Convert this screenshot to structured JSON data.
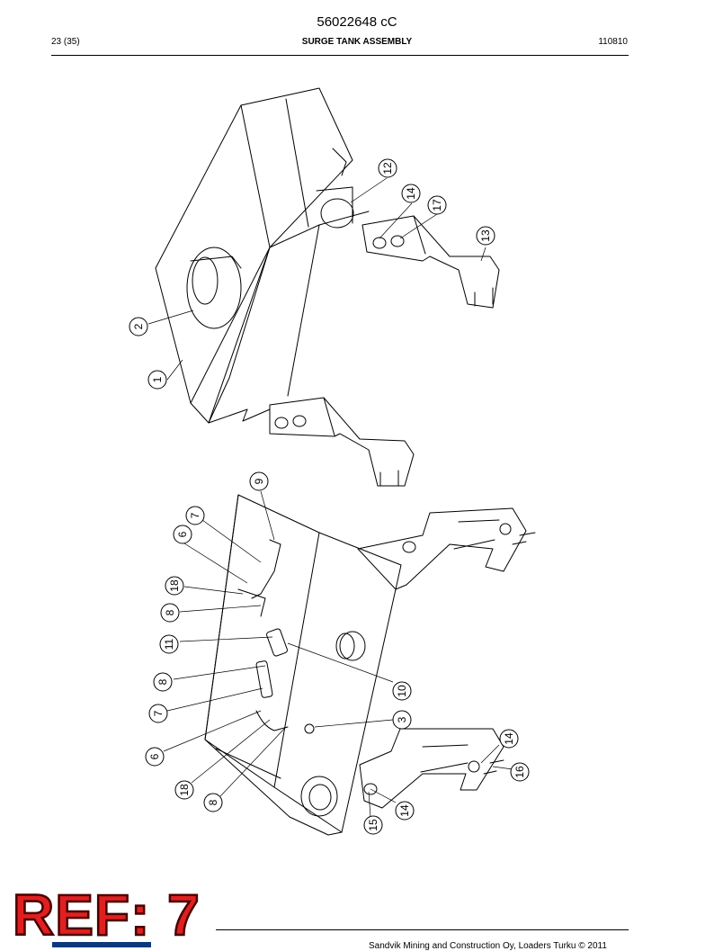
{
  "header": {
    "doc_number": "56022648 cC",
    "page": "23 (35)",
    "title": "SURGE TANK ASSEMBLY",
    "date": "110810"
  },
  "callouts_top": [
    "1",
    "2",
    "12",
    "14",
    "17",
    "13"
  ],
  "callouts_bottom": [
    "9",
    "7",
    "6",
    "18",
    "8",
    "11",
    "8",
    "7",
    "6",
    "18",
    "8",
    "10",
    "3",
    "14",
    "16",
    "14",
    "15"
  ],
  "stamp": "REF: 7",
  "footer": "Sandvik Mining and Construction Oy, Loaders Turku © 2011"
}
